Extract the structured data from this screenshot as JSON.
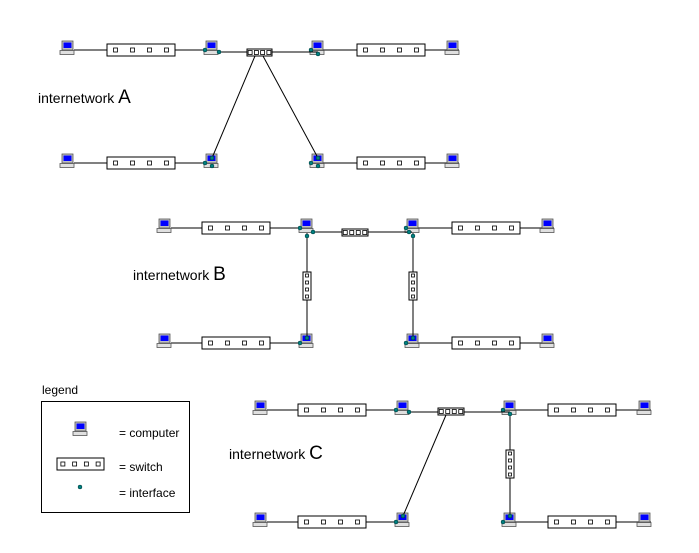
{
  "internetworks": [
    {
      "label": "internetwork",
      "letter": "A"
    },
    {
      "label": "internetwork",
      "letter": "B"
    },
    {
      "label": "internetwork",
      "letter": "C"
    }
  ],
  "legend": {
    "title": "legend",
    "items": [
      {
        "icon": "computer-icon",
        "label": "= computer"
      },
      {
        "icon": "switch-icon",
        "label": "= switch"
      },
      {
        "icon": "interface-icon",
        "label": "= interface"
      }
    ]
  },
  "colors": {
    "screen": "#0000ff",
    "interface": "#008080",
    "line": "#000000"
  }
}
